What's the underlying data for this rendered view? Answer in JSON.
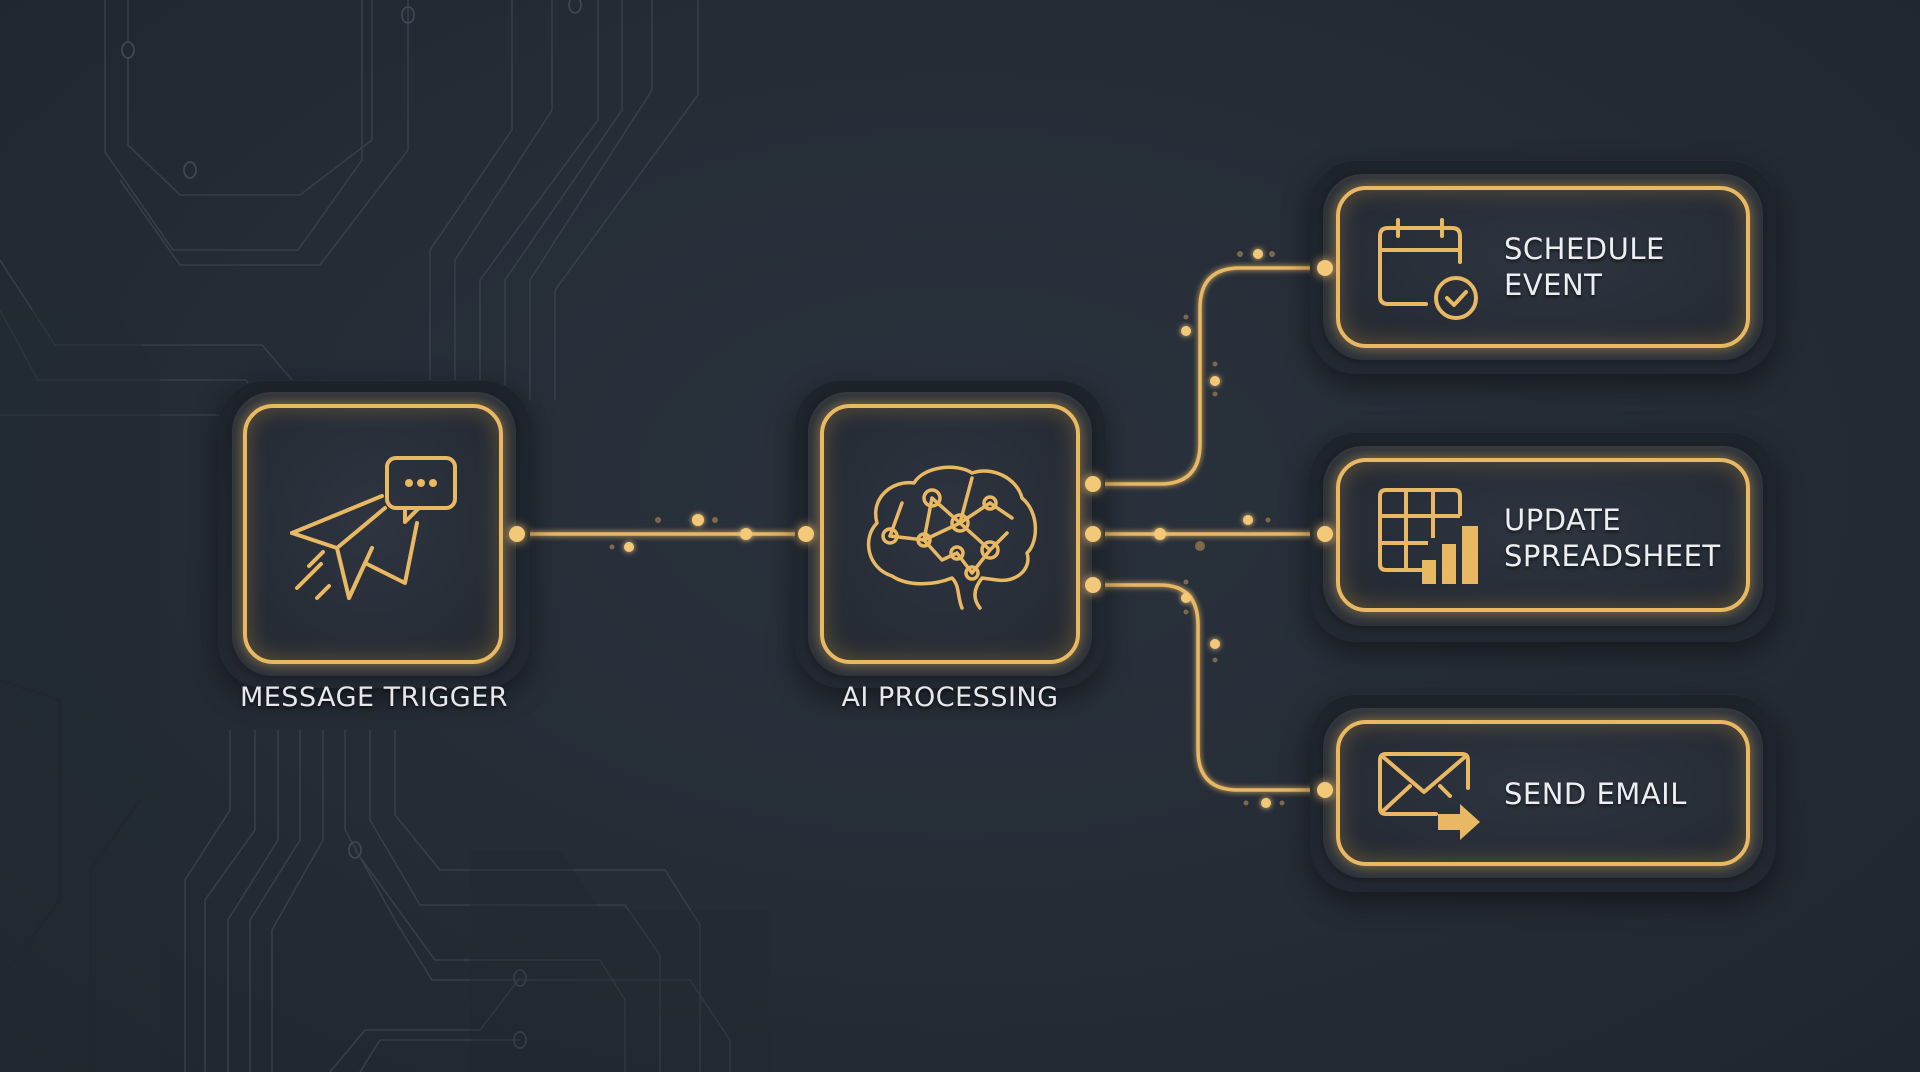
{
  "colors": {
    "background": "#252c36",
    "accent_gold": "#e9b862",
    "glow": "#f3c878",
    "label_text": "#e6e8ec",
    "circuit_lines": "#39424e"
  },
  "workflow": {
    "trigger": {
      "label": "MESSAGE TRIGGER",
      "icon": "paper-plane-chat-icon"
    },
    "processor": {
      "label": "AI PROCESSING",
      "icon": "brain-network-icon"
    },
    "actions": [
      {
        "line1": "SCHEDULE",
        "line2": "EVENT",
        "icon": "calendar-check-icon"
      },
      {
        "line1": "UPDATE",
        "line2": "SPREADSHEET",
        "icon": "spreadsheet-chart-icon"
      },
      {
        "line1": "SEND EMAIL",
        "line2": "",
        "icon": "email-send-icon"
      }
    ]
  },
  "connections": [
    {
      "from": "MESSAGE TRIGGER",
      "to": "AI PROCESSING"
    },
    {
      "from": "AI PROCESSING",
      "to": "SCHEDULE EVENT"
    },
    {
      "from": "AI PROCESSING",
      "to": "UPDATE SPREADSHEET"
    },
    {
      "from": "AI PROCESSING",
      "to": "SEND EMAIL"
    }
  ]
}
